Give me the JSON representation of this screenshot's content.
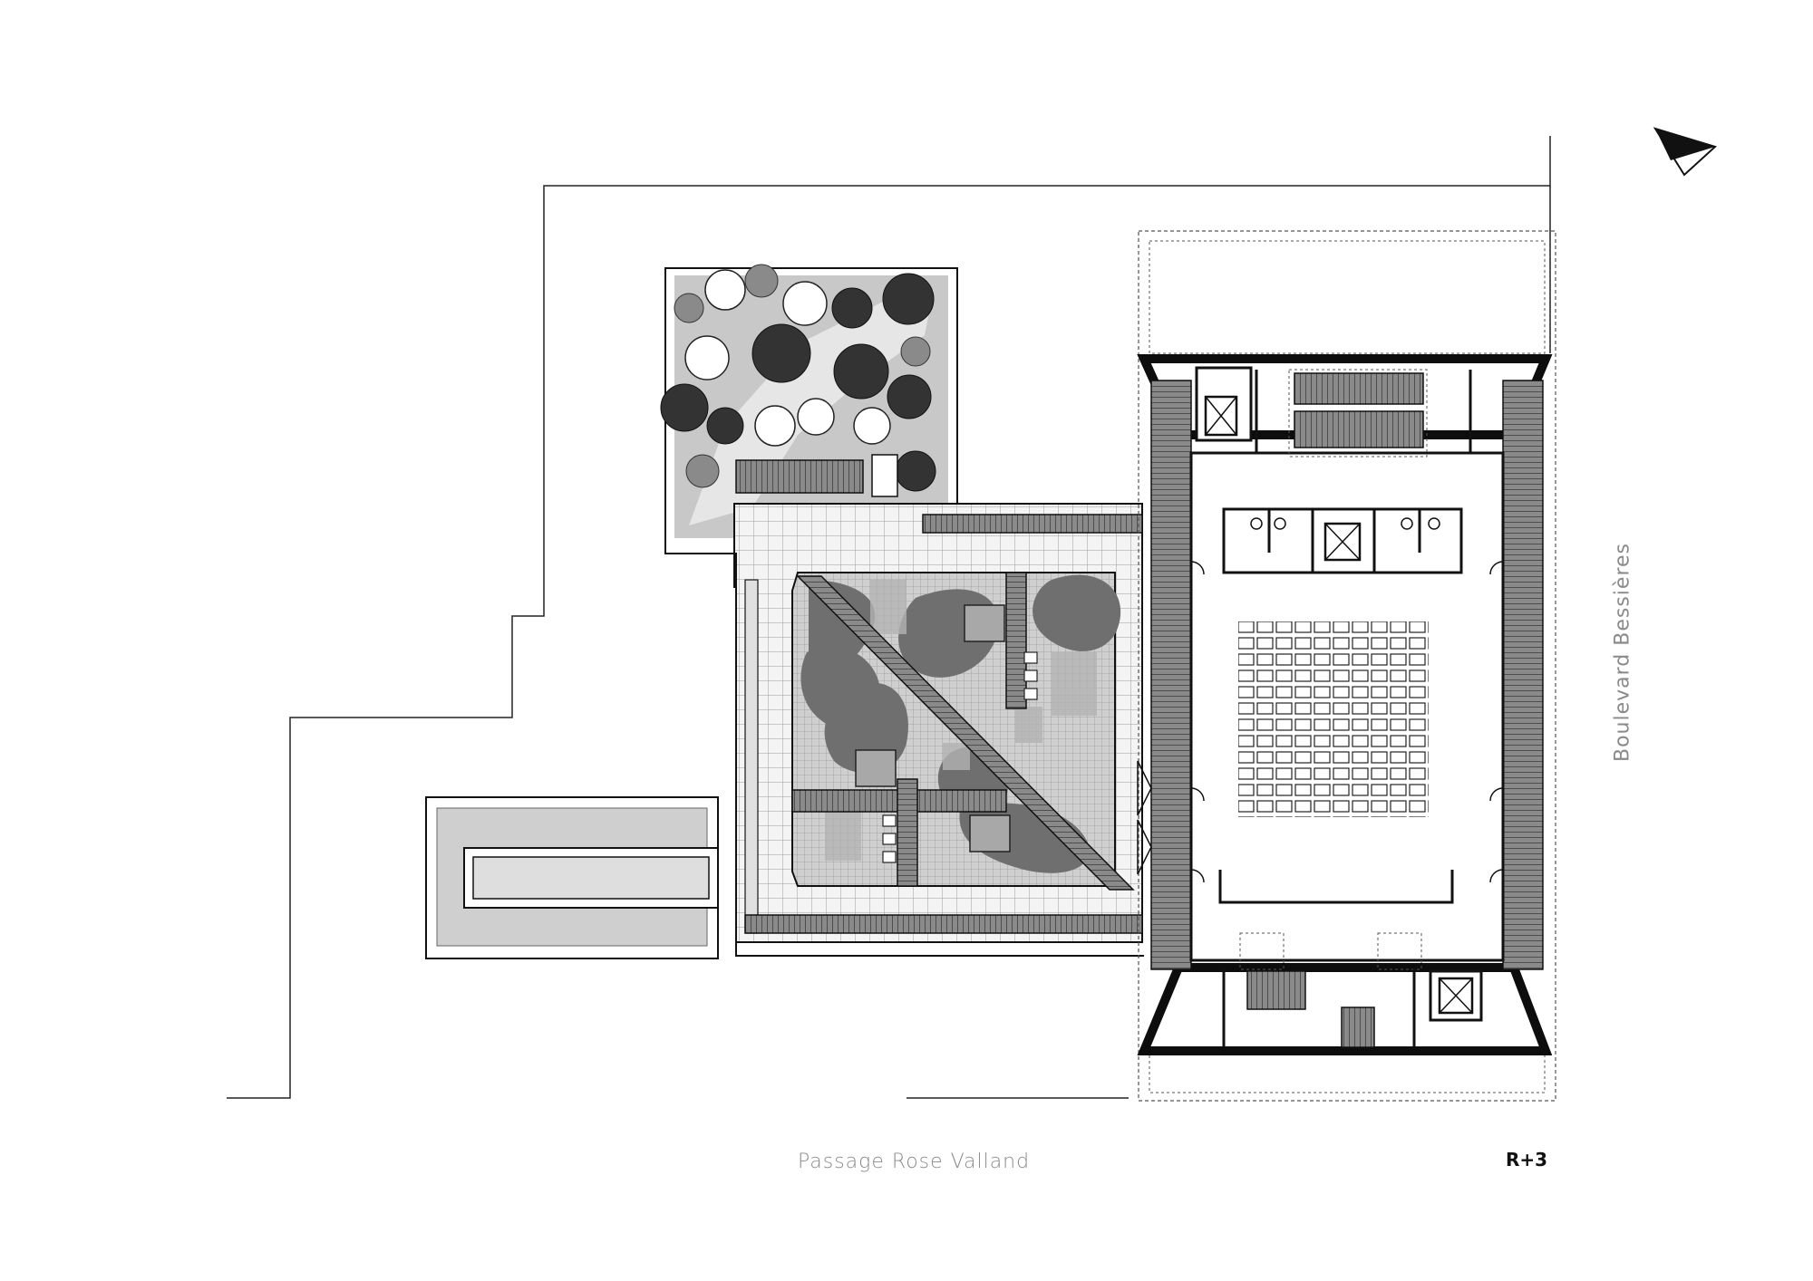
{
  "labels": {
    "street_bottom": "Passage Rose Valland",
    "street_right": "Boulevard Bessières",
    "level": "R+3"
  },
  "colors": {
    "line": "#111111",
    "wall": "#0d0d0d",
    "grey_light": "#d9d9d9",
    "grey_mid": "#9a9a9a",
    "grey_dark": "#6f6f6f",
    "label_grey": "#8a8a8a"
  },
  "icons": {
    "north_arrow": "north-arrow-icon",
    "elevator": "elevator-icon"
  }
}
